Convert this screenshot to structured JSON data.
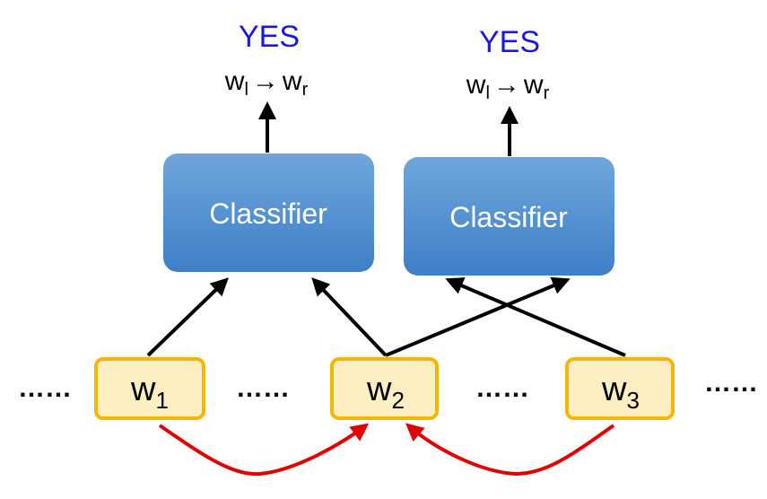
{
  "outputs": [
    {
      "label": "YES",
      "rule_left": "w",
      "rule_left_sub": "l",
      "arrow": "→",
      "rule_right": "w",
      "rule_right_sub": "r"
    },
    {
      "label": "YES",
      "rule_left": "w",
      "rule_left_sub": "l",
      "arrow": "→",
      "rule_right": "w",
      "rule_right_sub": "r"
    }
  ],
  "classifiers": [
    {
      "label": "Classifier"
    },
    {
      "label": "Classifier"
    }
  ],
  "words": [
    {
      "base": "w",
      "sub": "1"
    },
    {
      "base": "w",
      "sub": "2"
    },
    {
      "base": "w",
      "sub": "3"
    }
  ],
  "ellipses": [
    "……",
    "……",
    "……",
    "……"
  ],
  "colors": {
    "yes_text": "#1a1adb",
    "classifier_fill_top": "#6ea6dc",
    "classifier_fill_bottom": "#3f7fc6",
    "word_fill": "#fdefc2",
    "word_border": "#f2b705",
    "link_arrow": "#e00000"
  }
}
